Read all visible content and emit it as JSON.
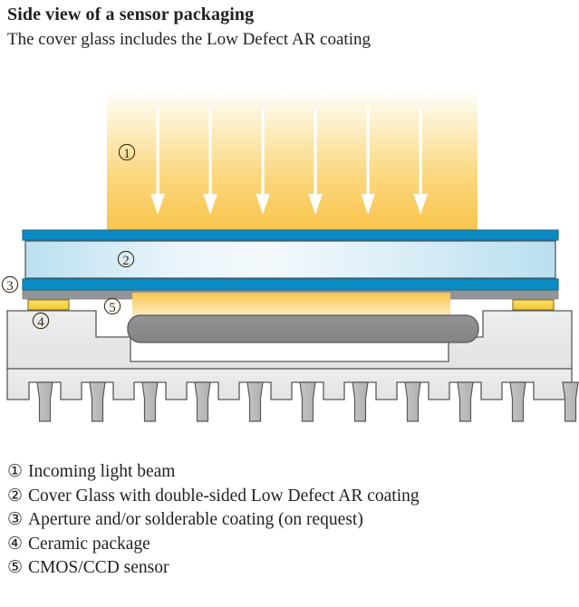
{
  "header": {
    "title": "Side view of a sensor packaging",
    "subtitle": "The cover glass includes the Low Defect AR coating"
  },
  "diagram": {
    "callouts": [
      {
        "id": "1",
        "symbol": "①",
        "refers_to": "Incoming light beam"
      },
      {
        "id": "2",
        "symbol": "②",
        "refers_to": "Cover Glass"
      },
      {
        "id": "3",
        "symbol": "③",
        "refers_to": "Aperture / solderable coating"
      },
      {
        "id": "4",
        "symbol": "④",
        "refers_to": "Ceramic package"
      },
      {
        "id": "5",
        "symbol": "⑤",
        "refers_to": "CMOS/CCD sensor"
      }
    ],
    "arrow_count": 6,
    "pin_count": 11,
    "colors": {
      "beam_top": "#ffffff",
      "beam_bottom": "#f9c44c",
      "ar_coating": "#0b8bc4",
      "ar_coating_edge": "#1b6e8c",
      "glass_body_edge": "#c9e7f3",
      "glass_body_center": "#eef7fb",
      "glass_outline": "#4e5a62",
      "aperture_gray": "#939598",
      "solder_pad": "#f6d44a",
      "solder_pad_edge": "#8a6d1e",
      "ceramic_fill": "#e6e7e8",
      "ceramic_outline": "#58595b",
      "sensor_fill": "#898a8c",
      "sensor_outline": "#58595b",
      "pin_fill": "#b7b9bb",
      "pin_outline": "#58595b",
      "arrow_white": "#ffffff"
    }
  },
  "legend": {
    "items": [
      {
        "marker": "①",
        "label": "Incoming light beam"
      },
      {
        "marker": "②",
        "label": "Cover Glass with double-sided Low Defect AR coating"
      },
      {
        "marker": "③",
        "label": "Aperture and/or solderable coating (on request)"
      },
      {
        "marker": "④",
        "label": "Ceramic package"
      },
      {
        "marker": "⑤",
        "label": "CMOS/CCD sensor"
      }
    ]
  }
}
